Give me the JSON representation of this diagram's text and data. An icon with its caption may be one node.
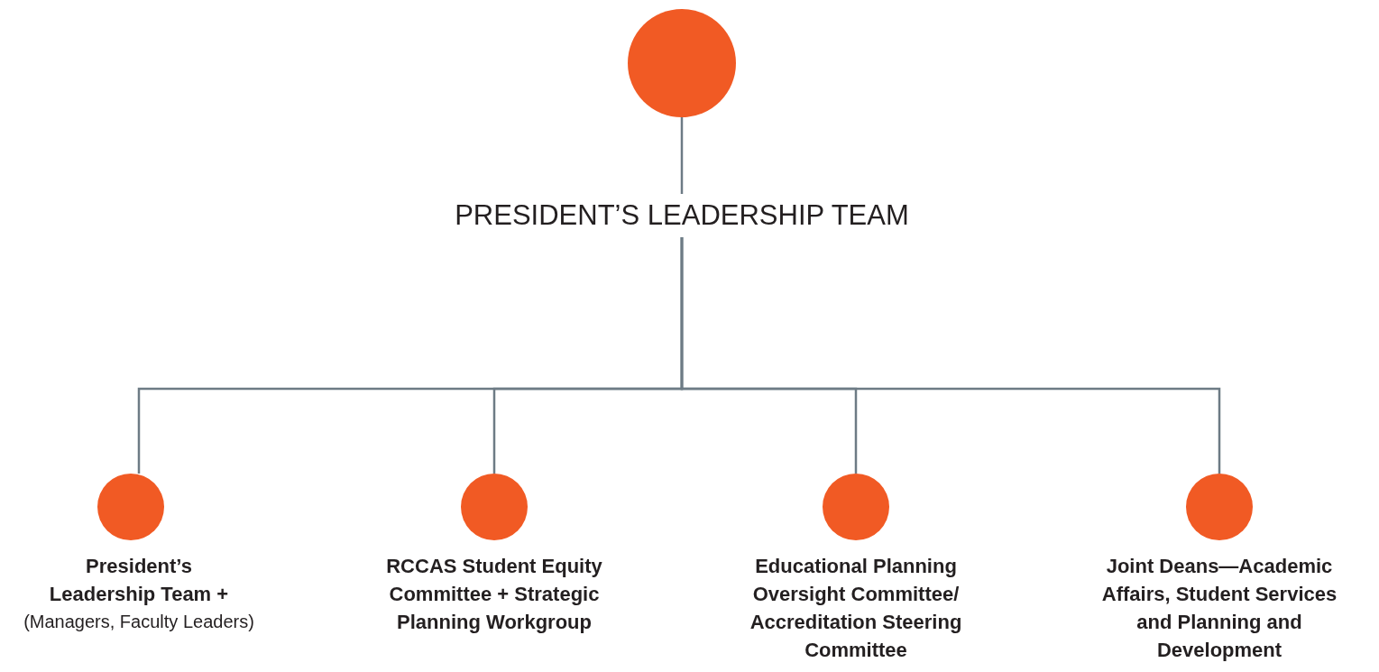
{
  "diagram": {
    "nodes": [
      {
        "text": [],
        "shape": "circle"
      },
      {
        "text": [
          "PRESIDENT’S LEADERSHIP TEAM"
        ]
      },
      {
        "text": [
          "President’s Leadership Team +",
          "(Managers, Faculty Leaders)"
        ]
      },
      {
        "text": [
          "RCCAS Student Equity Committee + Strategic Planning Workgroup"
        ]
      },
      {
        "text": [
          "Educational Planning Oversight Committee/ Accreditation Steering Committee"
        ]
      },
      {
        "text": [
          "Joint Deans—Academic Affairs, Student Services and Planning and Development"
        ]
      }
    ],
    "edges": [
      {
        "from": 0,
        "to": 1,
        "arrow": "none"
      },
      {
        "from": 1,
        "to": 2,
        "arrow": "none"
      },
      {
        "from": 1,
        "to": 3,
        "arrow": "none"
      },
      {
        "from": 1,
        "to": 4,
        "arrow": "none"
      },
      {
        "from": 1,
        "to": 5,
        "arrow": "none"
      }
    ]
  }
}
